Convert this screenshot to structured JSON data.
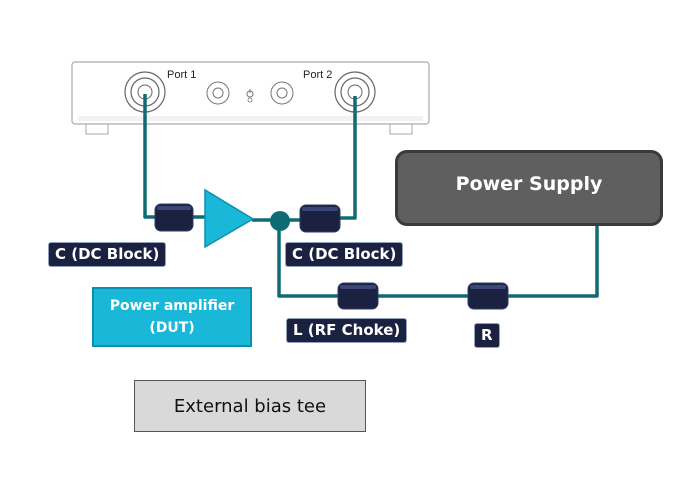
{
  "instrument": {
    "port1": "Port 1",
    "port2": "Port 2"
  },
  "power_supply": {
    "label": "Power Supply"
  },
  "components": {
    "c_in": "C (DC Block)",
    "c_out": "C (DC Block)",
    "l_choke": "L (RF Choke)",
    "r": "R"
  },
  "dut": {
    "line1": "Power amplifier",
    "line2": "(DUT)"
  },
  "caption": "External bias tee",
  "colors": {
    "wire": "#0f6b73",
    "amplifier": "#1ab8d8",
    "component": "#1b2140",
    "power_supply": "#5f5f5f",
    "caption_bg": "#d9d9d9"
  }
}
